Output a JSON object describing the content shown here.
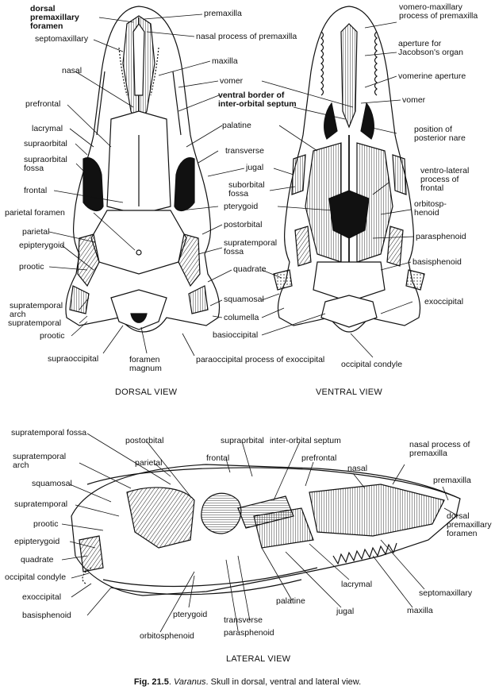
{
  "views": {
    "dorsal": {
      "title": "DORSAL VIEW",
      "labels": {
        "dorsal_premaxillary_foramen": "dorsal premaxillary foramen",
        "premaxilla": "premaxilla",
        "septomaxillary": "septomaxillary",
        "nasal_process_of_premaxilla": "nasal process of premaxilla",
        "nasal": "nasal",
        "maxilla": "maxilla",
        "prefrontal": "prefrontal",
        "vomer": "vomer",
        "ventral_border": "ventral border of inter-orbital septum",
        "lacrymal": "lacrymal",
        "supraorbital": "supraorbital",
        "supraorbital_fossa": "supraorbital fossa",
        "frontal": "frontal",
        "parietal_foramen": "parietal foramen",
        "parietal": "parietal",
        "epipterygoid": "epipterygoid",
        "prootic": "prootic",
        "supratemporal_arch": "supratemporal arch",
        "supratemporal": "supratemporal",
        "prootic_2": "prootic",
        "supraoccipital": "supraoccipital",
        "foramen_magnum": "foramen magnum"
      }
    },
    "center": {
      "palatine": "palatine",
      "transverse": "transverse",
      "jugal": "jugal",
      "suborbital_fossa": "suborbital fossa",
      "pterygoid": "pterygoid",
      "postorbital": "postorbital",
      "supratemporal_fossa": "supratemporal fossa",
      "quadrate": "quadrate",
      "squamosal": "squamosal",
      "columella": "columella",
      "basioccipital": "basioccipital",
      "paraoccipital": "paraoccipital process of exoccipital"
    },
    "ventral": {
      "title": "VENTRAL VIEW",
      "labels": {
        "vomero_maxillary": "vomero-maxillary process of premaxilla",
        "aperture_jacobson": "aperture for Jacobson's organ",
        "vomerine_aperture": "vomerine aperture",
        "vomer": "vomer",
        "posterior_nare": "position of posterior nare",
        "ventro_lateral": "ventro-lateral process of frontal",
        "orbitosphenoid": "orbitosp-henoid",
        "parasphenoid": "parasphenoid",
        "basisphenoid": "basisphenoid",
        "exoccipital": "exoccipital",
        "occipital_condyle": "occipital condyle"
      }
    },
    "lateral": {
      "title": "LATERAL VIEW",
      "labels": {
        "supratemporal_fossa": "supratemporal fossa",
        "postorbital": "postorbital",
        "supraorbital": "supraorbital",
        "inter_orbital_septum": "inter-orbital septum",
        "nasal_process": "nasal process of premaxilla",
        "supratemporal_arch": "supratemporal arch",
        "parietal": "parietal",
        "frontal": "frontal",
        "prefrontal": "prefrontal",
        "nasal": "nasal",
        "premaxilla": "premaxilla",
        "squamosal": "squamosal",
        "supratemporal": "supratemporal",
        "prootic": "prootic",
        "epipterygoid": "epipterygoid",
        "quadrate": "quadrate",
        "occipital_condyle": "occipital condyle",
        "exoccipital": "exoccipital",
        "basisphenoid": "basisphenoid",
        "dorsal_premaxillary_foramen": "dorsal premaxillary foramen",
        "lacrymal": "lacrymal",
        "septomaxillary": "septomaxillary",
        "palatine": "palatine",
        "jugal": "jugal",
        "maxilla": "maxilla",
        "transverse": "transverse",
        "pterygoid": "pterygoid",
        "orbitosphenoid": "orbitosphenoid",
        "parasphenoid": "parasphenoid"
      }
    }
  },
  "caption": {
    "prefix": "Fig. 21.5",
    "genus": "Varanus",
    "text": ". Skull in dorsal, ventral and lateral view."
  }
}
